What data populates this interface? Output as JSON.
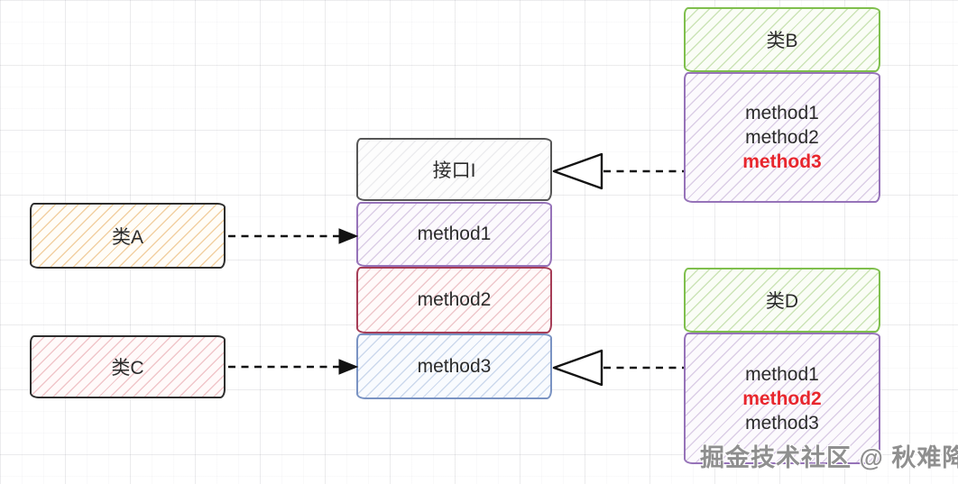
{
  "diagram": {
    "interface": {
      "title": "接口I",
      "methods": [
        "method1",
        "method2",
        "method3"
      ]
    },
    "class_a": {
      "label": "类A"
    },
    "class_c": {
      "label": "类C"
    },
    "class_b": {
      "label": "类B",
      "methods": [
        {
          "text": "method1",
          "highlighted": false
        },
        {
          "text": "method2",
          "highlighted": false
        },
        {
          "text": "method3",
          "highlighted": true
        }
      ]
    },
    "class_d": {
      "label": "类D",
      "methods": [
        {
          "text": "method1",
          "highlighted": false
        },
        {
          "text": "method2",
          "highlighted": true
        },
        {
          "text": "method3",
          "highlighted": false
        }
      ]
    }
  },
  "watermark": {
    "text": "掘金技术社区 @ 秋难降"
  },
  "colors": {
    "class_header_green": "#7fbf4d",
    "methods_box_purple": "#9673b9",
    "method2_border_red": "#a63d57",
    "method3_border_blue": "#7a93c3",
    "class_a_hatch_orange": "#e4a046",
    "class_c_hatch_pink": "#db7882",
    "dark_border": "#2e2e2e",
    "interface_border_gray": "#565656",
    "highlight_text_red": "#e8262d",
    "arrow_black": "#121212"
  }
}
